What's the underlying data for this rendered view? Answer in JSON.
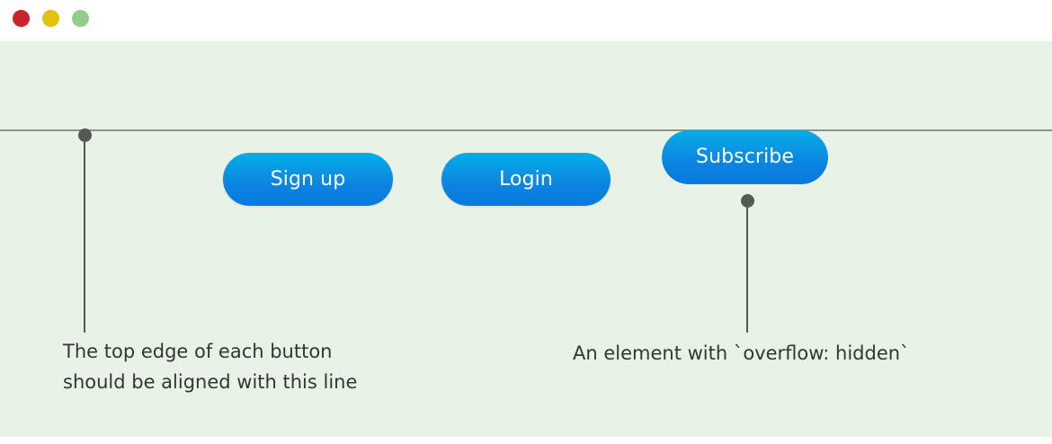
{
  "window": {
    "titlebar": {
      "controls": [
        {
          "name": "close",
          "icon": "close-dot",
          "color": "#c9252d"
        },
        {
          "name": "minimize",
          "icon": "minimize-dot",
          "color": "#e3c20d"
        },
        {
          "name": "maximize",
          "icon": "maximize-dot",
          "color": "#93cd8c"
        }
      ]
    },
    "background_color": "#e9f2e6"
  },
  "alignment_line": {
    "color": "#8a948a",
    "thickness_px": 2
  },
  "buttons": [
    {
      "label": "Sign up",
      "text_color": "#ffffff",
      "gradient_top": "#00aeea",
      "gradient_bottom": "#0a79dc"
    },
    {
      "label": "Login",
      "text_color": "#ffffff",
      "gradient_top": "#00aeea",
      "gradient_bottom": "#0a79dc"
    },
    {
      "label": "Subscribe",
      "text_color": "#ffffff",
      "gradient_top": "#00aeea",
      "gradient_bottom": "#0a79dc"
    }
  ],
  "annotations": [
    {
      "id": "align-note",
      "text": "The top edge of each button\nshould be aligned with this line",
      "color": "#333733",
      "marker_color": "#555a55"
    },
    {
      "id": "overflow-note",
      "text": "An element with `overflow: hidden`",
      "color": "#333733",
      "marker_color": "#555a55"
    }
  ]
}
